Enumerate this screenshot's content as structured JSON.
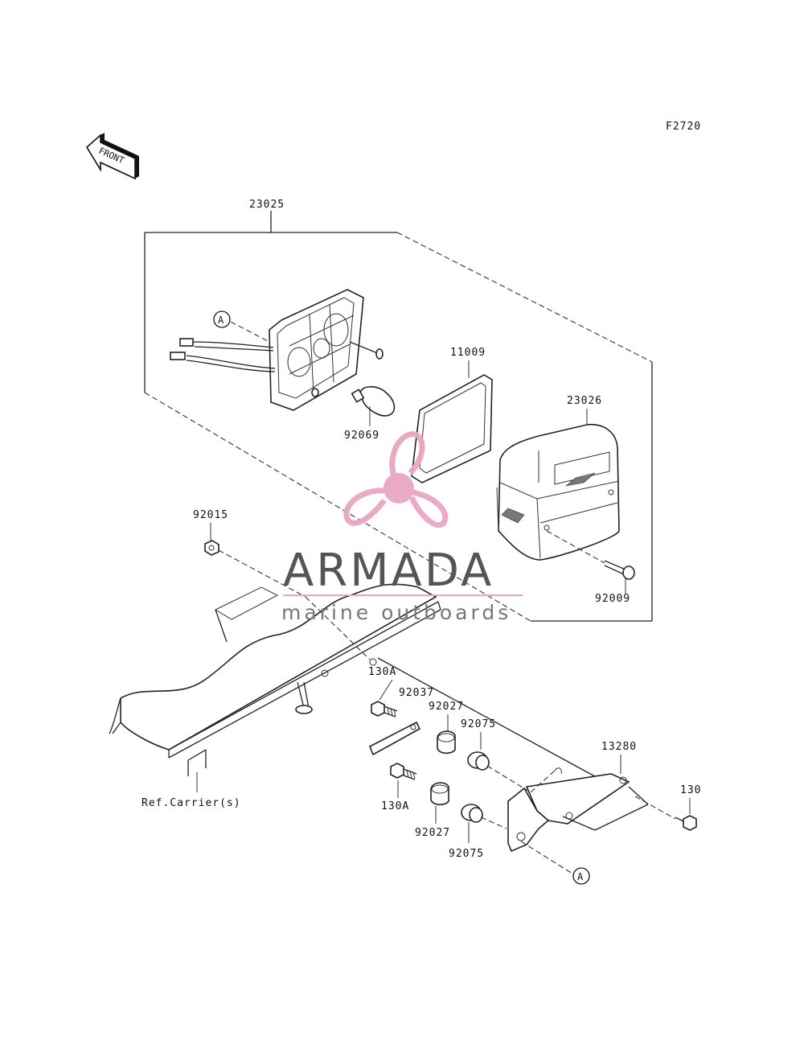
{
  "diagram": {
    "code": "F2720",
    "front_label": "FRONT",
    "ref_label": "Ref.Carrier(s)",
    "callout_marker": "A",
    "parts": [
      {
        "id": "p-23025",
        "number": "23025"
      },
      {
        "id": "p-11009",
        "number": "11009"
      },
      {
        "id": "p-92069",
        "number": "92069"
      },
      {
        "id": "p-23026",
        "number": "23026"
      },
      {
        "id": "p-92009",
        "number": "92009"
      },
      {
        "id": "p-92015",
        "number": "92015"
      },
      {
        "id": "p-130A-top",
        "number": "130A"
      },
      {
        "id": "p-92037",
        "number": "92037"
      },
      {
        "id": "p-92027-top",
        "number": "92027"
      },
      {
        "id": "p-92075-top",
        "number": "92075"
      },
      {
        "id": "p-13280",
        "number": "13280"
      },
      {
        "id": "p-130",
        "number": "130"
      },
      {
        "id": "p-130A-bottom",
        "number": "130A"
      },
      {
        "id": "p-92027-bottom",
        "number": "92027"
      },
      {
        "id": "p-92075-bottom",
        "number": "92075"
      }
    ]
  },
  "watermark": {
    "brand": "ARMADA",
    "tagline": "marine outboards",
    "logo_icon": "propeller-logo-icon",
    "logo_color": "#e8a6c4",
    "text_color": "#555555"
  }
}
